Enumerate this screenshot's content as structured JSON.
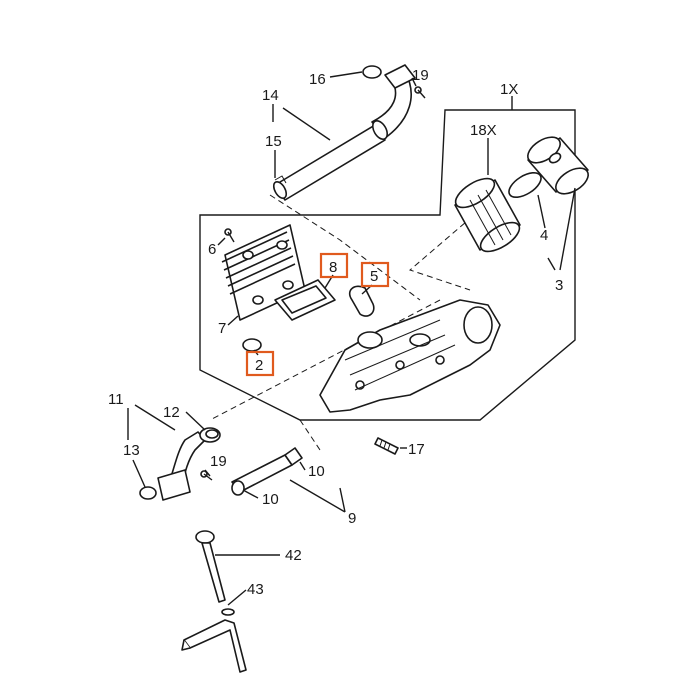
{
  "diagram": {
    "callouts": {
      "c1x": "1X",
      "c2": "2",
      "c3": "3",
      "c4": "4",
      "c5": "5",
      "c6": "6",
      "c7": "7",
      "c8": "8",
      "c9": "9",
      "c10a": "10",
      "c10b": "10",
      "c11": "11",
      "c12": "12",
      "c13": "13",
      "c14": "14",
      "c15": "15",
      "c16": "16",
      "c17": "17",
      "c18x": "18X",
      "c19a": "19",
      "c19b": "19",
      "c42": "42",
      "c43": "43"
    },
    "highlighted_callouts": [
      "2",
      "5",
      "8"
    ],
    "highlight_color": "#e05a1e",
    "line_color": "#1a1a1a",
    "background_color": "#ffffff"
  }
}
